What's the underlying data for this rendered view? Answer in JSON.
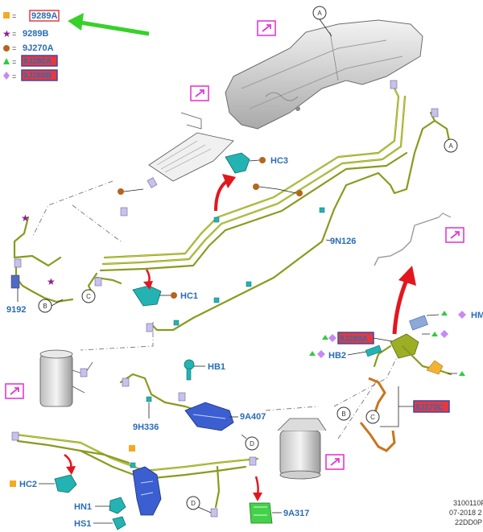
{
  "legend": {
    "items": [
      {
        "shape": "square",
        "color": "#f7a823",
        "eq": "=",
        "text": "9289A",
        "style": "outlined"
      },
      {
        "shape": "star",
        "color": "#8d1f8f",
        "eq": "=",
        "text": "9289B",
        "style": "plain"
      },
      {
        "shape": "circle",
        "color": "#b5651d",
        "eq": "=",
        "text": "9J270A",
        "style": "plain"
      },
      {
        "shape": "triangle",
        "color": "#2ecc40",
        "eq": "=",
        "text": "9J280A",
        "style": "highlight"
      },
      {
        "shape": "diamond",
        "color": "#c58af5",
        "eq": "=",
        "text": "9J280B",
        "style": "highlight"
      }
    ]
  },
  "callouts": {
    "A": "A",
    "B": "B",
    "C": "C",
    "D": "D"
  },
  "labels": {
    "hc3": "HC3",
    "hc1": "HC1",
    "hc2": "HC2",
    "hb1": "HB1",
    "hb2": "HB2",
    "hn1": "HN1",
    "hs1": "HS1",
    "hm": "HM",
    "n9n126": "9N126",
    "n9192": "9192",
    "n9h336": "9H336",
    "n9a407": "9A407",
    "n9a317": "9A317",
    "hl_9j280a": "9J280A",
    "hl_9j270c": "9J270C"
  },
  "reference": {
    "line1": "3100110F",
    "line2": "07-2018 2",
    "line3": "22DD0P"
  },
  "colors": {
    "accent_green_arrow": "#37d12a",
    "red_arrow": "#e3161e",
    "highlight_fill": "#e8383e",
    "highlight_border": "#3949ab",
    "label_blue": "#2a6db5",
    "tube_green": "#8a9a1e",
    "view_marker": "#e23bd0",
    "clip_teal": "#23b3b3",
    "bracket_blue": "#3b5fd0",
    "tube_orange": "#c8751f"
  }
}
